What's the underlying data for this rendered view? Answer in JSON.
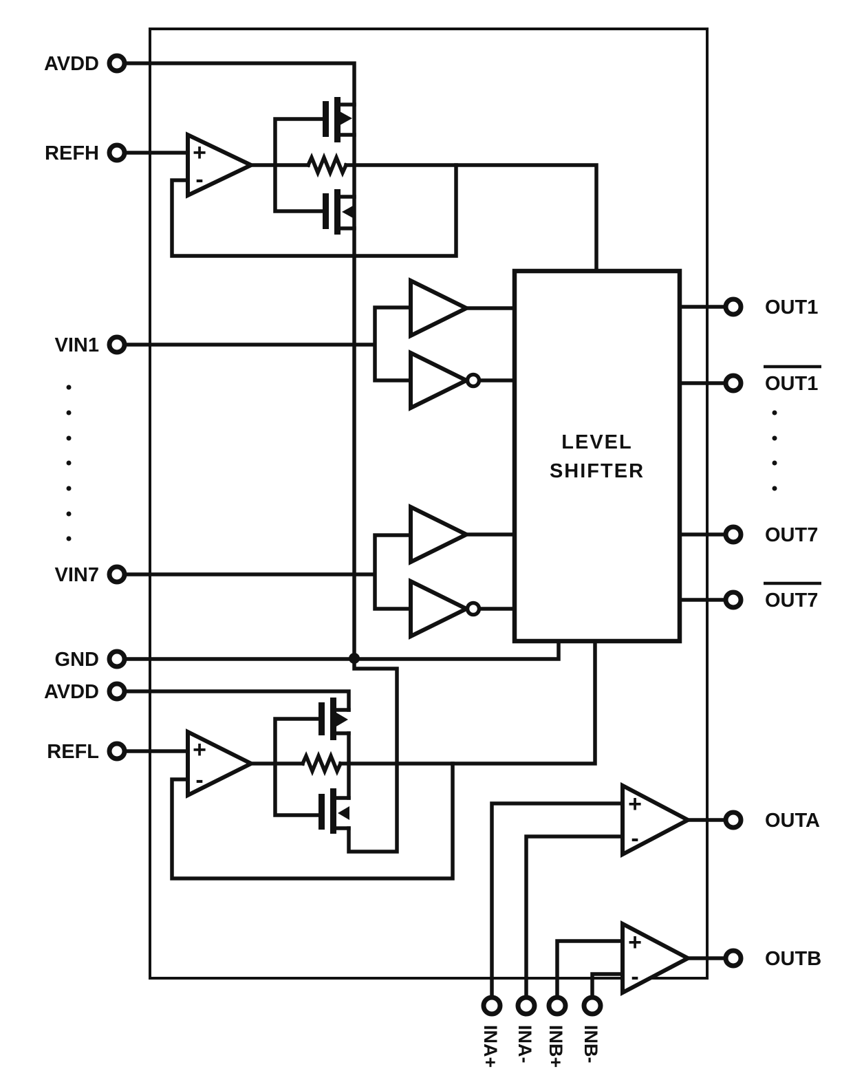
{
  "pins": {
    "left": [
      {
        "label": "AVDD"
      },
      {
        "label": "REFH"
      },
      {
        "label": "VIN1"
      },
      {
        "label": "VIN7"
      },
      {
        "label": "GND"
      },
      {
        "label": "AVDD"
      },
      {
        "label": "REFL"
      }
    ],
    "right": [
      {
        "label": "OUT1",
        "overbar": false
      },
      {
        "label": "OUT1",
        "overbar": true
      },
      {
        "label": "OUT7",
        "overbar": false
      },
      {
        "label": "OUT7",
        "overbar": true
      },
      {
        "label": "OUTA",
        "overbar": false
      },
      {
        "label": "OUTB",
        "overbar": false
      }
    ],
    "bottom": [
      {
        "label": "INA+"
      },
      {
        "label": "INA-"
      },
      {
        "label": "INB+"
      },
      {
        "label": "INB-"
      }
    ]
  },
  "blocks": {
    "level_shifter": {
      "line1": "LEVEL",
      "line2": "SHIFTER"
    }
  },
  "amplifiers": {
    "refh_buffer": {
      "plus": "+",
      "minus": "-"
    },
    "refl_buffer": {
      "plus": "+",
      "minus": "-"
    },
    "comparator_a": {
      "plus": "+",
      "minus": "-"
    },
    "comparator_b": {
      "plus": "+",
      "minus": "-"
    }
  },
  "ellipsis": {
    "input_dots": 7,
    "output_dots": 4
  },
  "colors": {
    "ink": "#111111",
    "background": "#ffffff"
  }
}
